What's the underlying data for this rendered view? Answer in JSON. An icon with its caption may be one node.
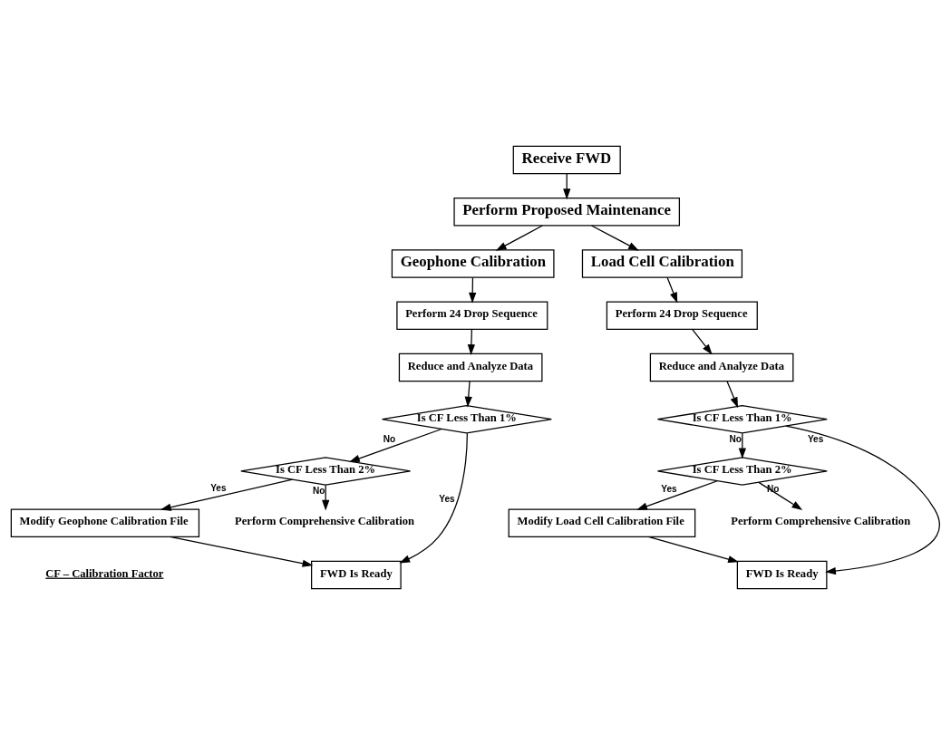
{
  "diagram": {
    "nodes": [
      {
        "text": [
          "Receive FWD"
        ]
      },
      {
        "text": [
          "Perform Proposed Maintenance"
        ]
      },
      {
        "text": [
          "Geophone Calibration"
        ]
      },
      {
        "text": [
          "Perform 24 Drop Sequence"
        ]
      },
      {
        "text": [
          "Reduce and Analyze Data"
        ]
      },
      {
        "text": [
          "Is CF Less Than 1%"
        ]
      },
      {
        "text": [
          "Is CF Less Than 2%"
        ]
      },
      {
        "text": [
          "Modify Geophone Calibration File"
        ]
      },
      {
        "text": [
          "Perform Comprehensive Calibration"
        ]
      },
      {
        "text": [
          "FWD Is Ready"
        ]
      },
      {
        "text": [
          "Load Cell Calibration"
        ]
      },
      {
        "text": [
          "Perform 24 Drop Sequence"
        ]
      },
      {
        "text": [
          "Reduce and Analyze Data"
        ]
      },
      {
        "text": [
          "Is CF Less Than 1%"
        ]
      },
      {
        "text": [
          "Is CF Less Than 2%"
        ]
      },
      {
        "text": [
          "Modify Load Cell Calibration File"
        ]
      },
      {
        "text": [
          "Perform Comprehensive Calibration"
        ]
      },
      {
        "text": [
          "FWD Is Ready"
        ]
      }
    ],
    "edges": [
      {
        "from": 0,
        "to": 1,
        "arrow": "to"
      },
      {
        "from": 1,
        "to": 2,
        "arrow": "to"
      },
      {
        "from": 1,
        "to": 10,
        "arrow": "to"
      },
      {
        "from": 2,
        "to": 3,
        "arrow": "to"
      },
      {
        "from": 3,
        "to": 4,
        "arrow": "to"
      },
      {
        "from": 4,
        "to": 5,
        "arrow": "to"
      },
      {
        "from": 5,
        "to": 9,
        "arrow": "to",
        "label": "Yes"
      },
      {
        "from": 5,
        "to": 6,
        "arrow": "to",
        "label": "No"
      },
      {
        "from": 6,
        "to": 7,
        "arrow": "to",
        "label": "Yes"
      },
      {
        "from": 6,
        "to": 8,
        "arrow": "to",
        "label": "No"
      },
      {
        "from": 7,
        "to": 9,
        "arrow": "to"
      },
      {
        "from": 10,
        "to": 11,
        "arrow": "to"
      },
      {
        "from": 11,
        "to": 12,
        "arrow": "to"
      },
      {
        "from": 12,
        "to": 13,
        "arrow": "to"
      },
      {
        "from": 13,
        "to": 17,
        "arrow": "to",
        "label": "Yes"
      },
      {
        "from": 13,
        "to": 14,
        "arrow": "to",
        "label": "No"
      },
      {
        "from": 14,
        "to": 15,
        "arrow": "to",
        "label": "Yes"
      },
      {
        "from": 14,
        "to": 16,
        "arrow": "to",
        "label": "No"
      },
      {
        "from": 15,
        "to": 17,
        "arrow": "to"
      }
    ],
    "labels": [
      "CF – Calibration Factor"
    ]
  }
}
